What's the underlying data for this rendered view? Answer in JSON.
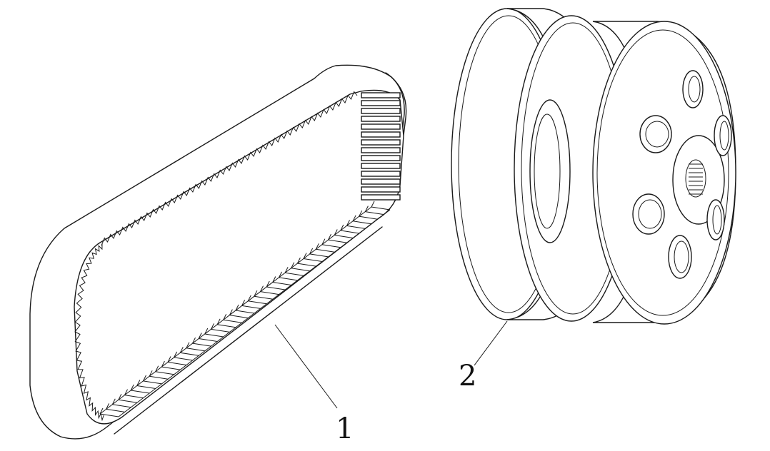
{
  "figure": {
    "labels": [
      {
        "id": "belt",
        "text": "1"
      },
      {
        "id": "pulley",
        "text": "2"
      }
    ]
  }
}
